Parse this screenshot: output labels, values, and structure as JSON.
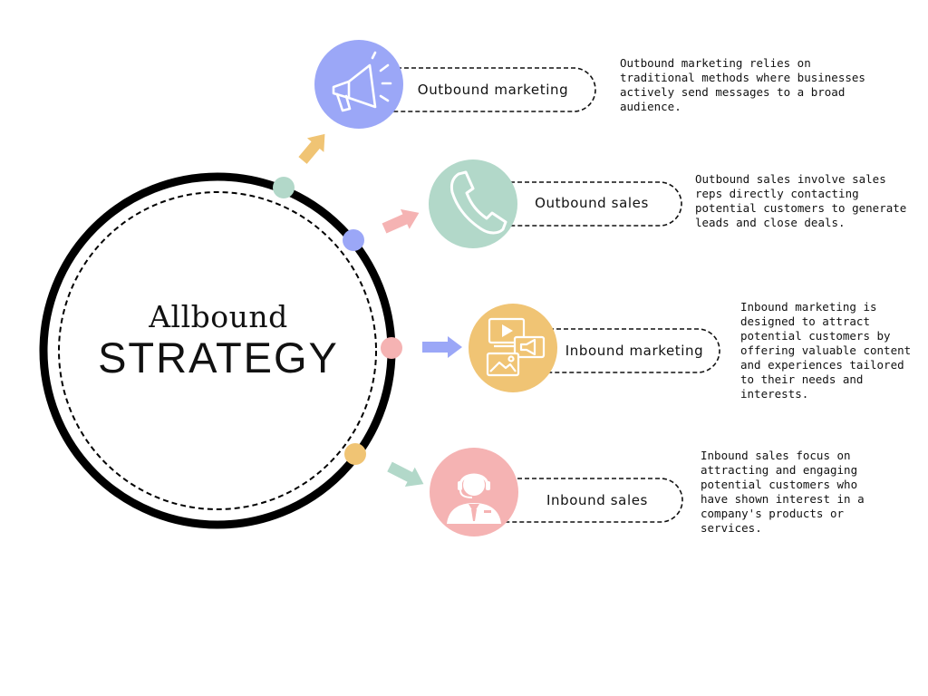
{
  "hub": {
    "title": "Allbound",
    "subtitle": "STRATEGY"
  },
  "items": [
    {
      "label": "Outbound marketing",
      "description": "Outbound marketing relies on traditional methods where businesses actively send messages to a broad audience.",
      "icon": "megaphone-icon",
      "circle_color": "#9BA7F7",
      "dot_color": "#B2D8C9",
      "arrow_color": "#F0C474"
    },
    {
      "label": "Outbound sales",
      "description": "Outbound sales involve sales reps directly contacting potential customers to generate leads and close deals.",
      "icon": "phone-icon",
      "circle_color": "#B2D8C9",
      "dot_color": "#9BA7F7",
      "arrow_color": "#F5B3B3"
    },
    {
      "label": "Inbound marketing",
      "description": "Inbound marketing is designed to attract potential customers by offering valuable content and experiences tailored to their needs and interests.",
      "icon": "media-content-icon",
      "circle_color": "#F0C474",
      "dot_color": "#F5B3B3",
      "arrow_color": "#9BA7F7"
    },
    {
      "label": "Inbound sales",
      "description": "Inbound sales focus on attracting and engaging potential customers who have shown interest in a company's products or services.",
      "icon": "support-agent-icon",
      "circle_color": "#F5B3B3",
      "dot_color": "#F0C474",
      "arrow_color": "#B2D8C9"
    }
  ]
}
